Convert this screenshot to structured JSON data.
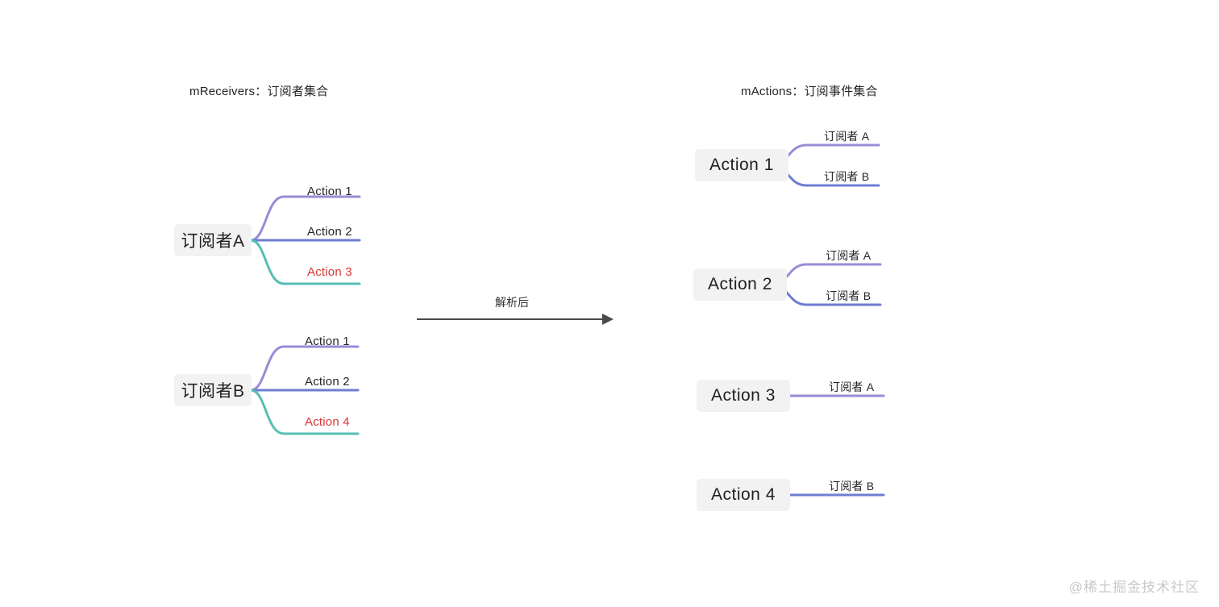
{
  "headings": {
    "left": "mReceivers：订阅者集合",
    "right": "mActions：订阅事件集合"
  },
  "transform": {
    "caption": "解析后",
    "arrow_icon": "right-arrow-icon"
  },
  "colors": {
    "purple_light": "#9b8ad6",
    "purple_blue": "#6e7dd2",
    "teal": "#57bdb5",
    "alert_red": "#d93535",
    "node_bg": "#f2f2f2",
    "arrow": "#4a4a4a",
    "text": "#262626",
    "watermark": "#c9c9c9"
  },
  "left_groups": [
    {
      "node": "订阅者A",
      "branches": [
        {
          "label": "Action 1",
          "color": "#9b8ad6",
          "alert": false
        },
        {
          "label": "Action 2",
          "color": "#6e7dd2",
          "alert": false
        },
        {
          "label": "Action 3",
          "color": "#57bdb5",
          "alert": true
        }
      ]
    },
    {
      "node": "订阅者B",
      "branches": [
        {
          "label": "Action 1",
          "color": "#9b8ad6",
          "alert": false
        },
        {
          "label": "Action 2",
          "color": "#6e7dd2",
          "alert": false
        },
        {
          "label": "Action 4",
          "color": "#57bdb5",
          "alert": true
        }
      ]
    }
  ],
  "right_groups": [
    {
      "node": "Action 1",
      "branches": [
        {
          "label": "订阅者 A",
          "color": "#9b8ad6"
        },
        {
          "label": "订阅者 B",
          "color": "#6e7dd2"
        }
      ]
    },
    {
      "node": "Action 2",
      "branches": [
        {
          "label": "订阅者 A",
          "color": "#9b8ad6"
        },
        {
          "label": "订阅者 B",
          "color": "#6e7dd2"
        }
      ]
    },
    {
      "node": "Action 3",
      "branches": [
        {
          "label": "订阅者 A",
          "color": "#9b8ad6"
        }
      ]
    },
    {
      "node": "Action 4",
      "branches": [
        {
          "label": "订阅者 B",
          "color": "#6e7dd2"
        }
      ]
    }
  ],
  "watermark": "@稀土掘金技术社区"
}
